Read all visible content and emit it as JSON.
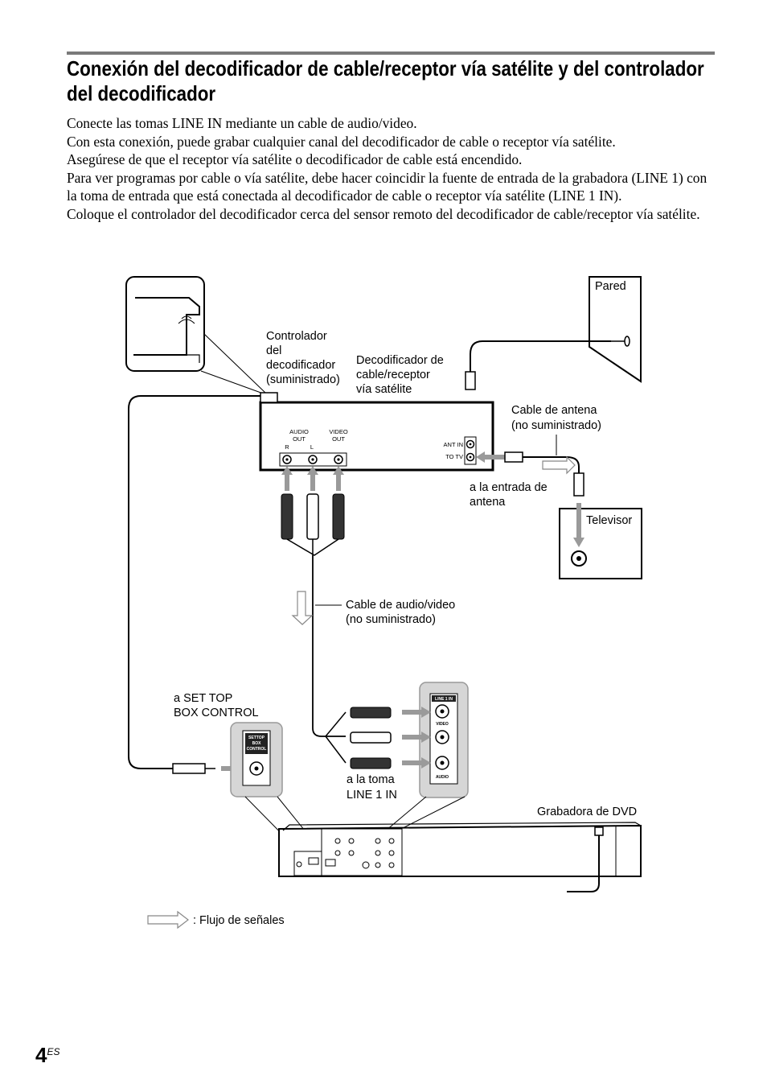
{
  "title": "Conexión del decodificador de cable/receptor vía satélite y del controlador del decodificador",
  "paragraphs": [
    "Conecte las tomas LINE IN mediante un cable de audio/video.",
    "Con esta conexión, puede grabar cualquier canal del decodificador de cable o receptor vía satélite.",
    "Asegúrese de que el receptor vía satélite o decodificador de cable está encendido.",
    "Para ver programas por cable o vía satélite, debe hacer coincidir la fuente de entrada de la grabadora (LINE 1) con la toma de entrada que está conectada al decodificador de cable o receptor vía satélite (LINE 1 IN).",
    "Coloque el controlador del decodificador cerca del sensor remoto del decodificador de cable/receptor vía satélite."
  ],
  "diagram": {
    "wall": "Pared",
    "controller": [
      "Controlador",
      "del",
      "decodificador",
      "(suministrado)"
    ],
    "decoder": [
      "Decodificador de",
      "cable/receptor",
      "vía satélite"
    ],
    "antenna_cable": [
      "Cable de antena",
      "(no suministrado)"
    ],
    "antenna_input": [
      "a la entrada de",
      "antena"
    ],
    "tv": "Televisor",
    "av_cable": [
      "Cable de audio/video",
      "(no suministrado)"
    ],
    "set_top": [
      "a SET TOP",
      "BOX CONTROL"
    ],
    "line1_jack": [
      "a la toma",
      "LINE 1 IN"
    ],
    "recorder": "Grabadora de DVD",
    "legend": ": Flujo de señales",
    "audio_out": [
      "AUDIO",
      "OUT"
    ],
    "video_out": [
      "VIDEO",
      "OUT"
    ],
    "r": "R",
    "l": "L",
    "ant_in": "ANT IN",
    "to_tv": "TO TV",
    "line1_in": "LINE 1 IN",
    "video": "VIDEO",
    "audio": "AUDIO",
    "settop_box": [
      "SETTOP",
      "BOX",
      "CONTROL"
    ]
  },
  "page": {
    "number": "4",
    "suffix": "ES"
  }
}
